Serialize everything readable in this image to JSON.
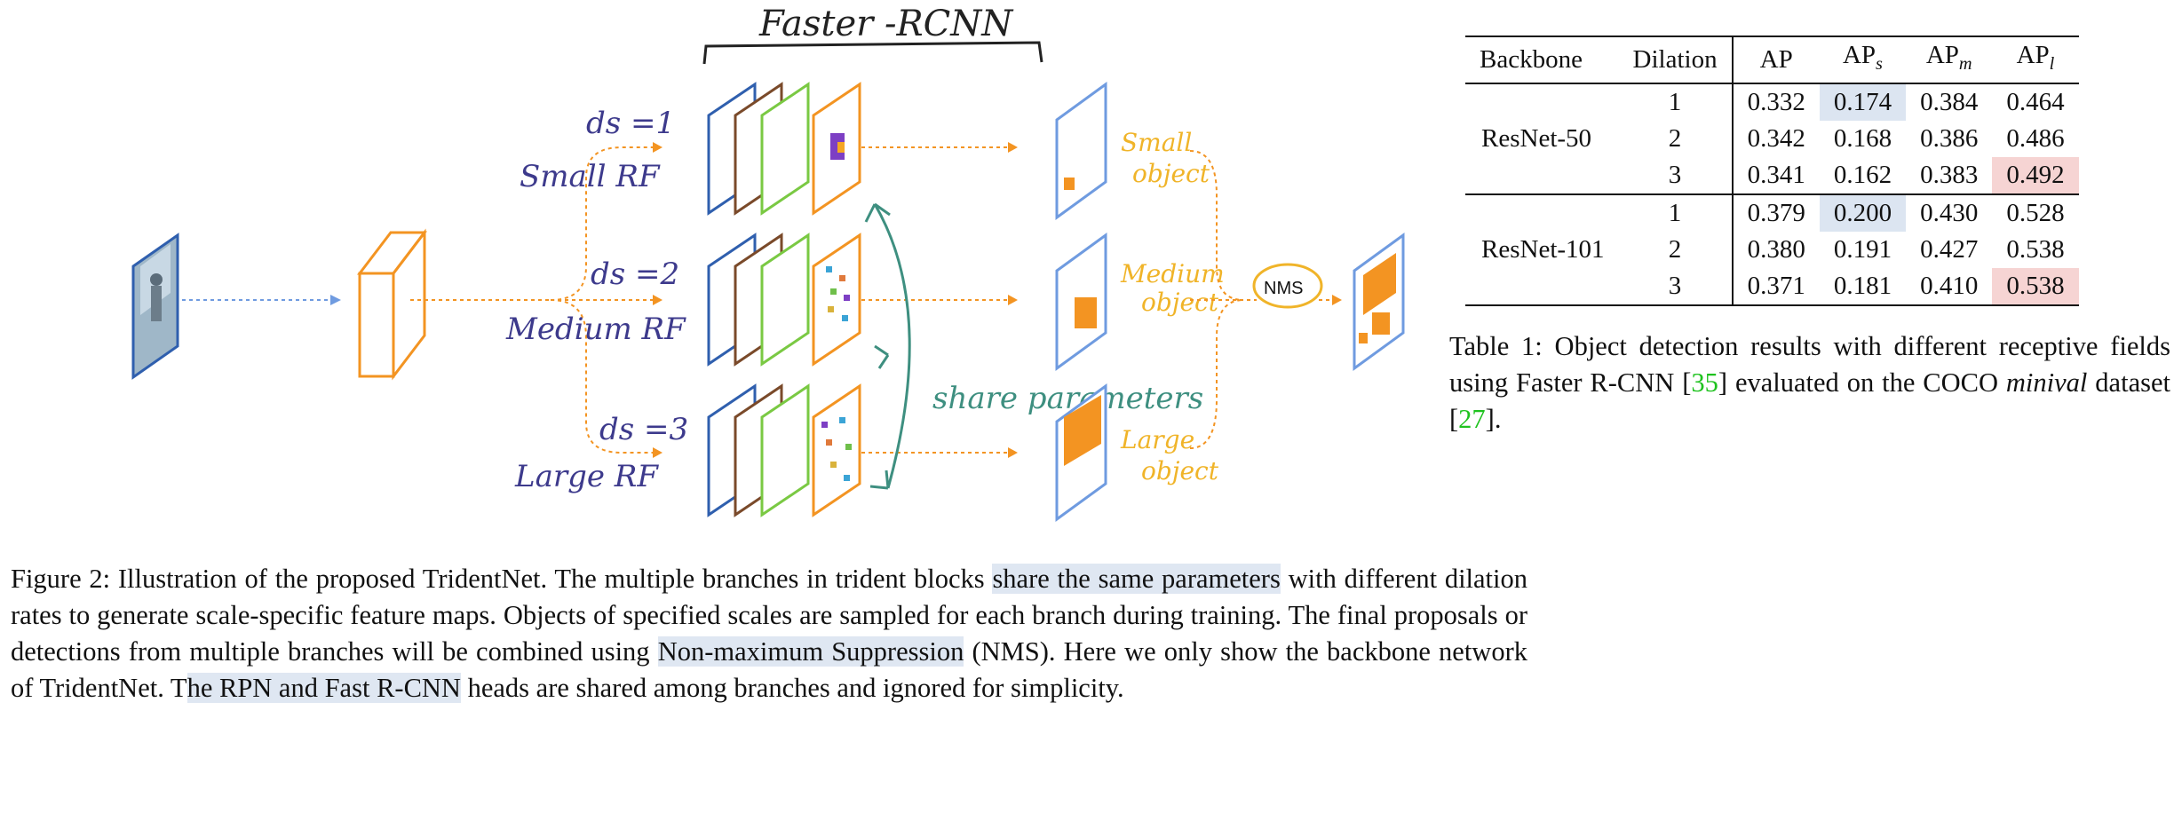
{
  "figure": {
    "header_label": "Faster -RCNN",
    "branches": [
      {
        "ds": "ds =1",
        "rf": "Small  RF",
        "object": [
          "Small",
          "object"
        ]
      },
      {
        "ds": "ds =2",
        "rf": "Medium  RF",
        "object": [
          "Medium",
          "object"
        ]
      },
      {
        "ds": "ds =3",
        "rf": "Large  RF",
        "object": [
          "Large",
          "object"
        ]
      }
    ],
    "share_label": "share parameters",
    "nms_label": "NMS",
    "colors": {
      "blue": "#2f5fae",
      "brown": "#7a4a2a",
      "green": "#7ac943",
      "orange": "#f39422",
      "purple": "#3d3a8c",
      "teal": "#3e8f80",
      "yellow": "#f0b429"
    }
  },
  "caption": {
    "prefix": "Figure 2: Illustration of the proposed TridentNet.  The multiple branches in trident blocks ",
    "hl1": "share the same parameters",
    "mid1": " with different dilation rates to generate scale-specific feature maps. Objects of specified scales are sampled for each branch during training.  The final proposals or detections from multiple branches will be combined using ",
    "hl2": "Non-maximum Suppression",
    "mid2": " (NMS). Here we only show the backbone network of TridentNet.  T",
    "hl3": "he RPN and Fast R-CNN",
    "suffix": " heads are shared among branches and ignored for simplicity."
  },
  "table": {
    "headers": [
      "Backbone",
      "Dilation",
      "AP",
      "AP",
      "AP",
      "AP"
    ],
    "header_subs": [
      "",
      "",
      "",
      "s",
      "m",
      "l"
    ],
    "groups": [
      {
        "backbone": "ResNet-50",
        "rows": [
          [
            "1",
            "0.332",
            "0.174",
            "0.384",
            "0.464"
          ],
          [
            "2",
            "0.342",
            "0.168",
            "0.386",
            "0.486"
          ],
          [
            "3",
            "0.341",
            "0.162",
            "0.383",
            "0.492"
          ]
        ]
      },
      {
        "backbone": "ResNet-101",
        "rows": [
          [
            "1",
            "0.379",
            "0.200",
            "0.430",
            "0.528"
          ],
          [
            "2",
            "0.380",
            "0.191",
            "0.427",
            "0.538"
          ],
          [
            "3",
            "0.371",
            "0.181",
            "0.410",
            "0.538"
          ]
        ]
      }
    ]
  },
  "table_caption": {
    "prefix": "Table 1:  Object detection results with different receptive fields using Faster R-CNN [",
    "ref1": "35",
    "mid": "] evaluated on the COCO ",
    "italic": "minival",
    "mid2": " dataset [",
    "ref2": "27",
    "suffix": "]."
  }
}
